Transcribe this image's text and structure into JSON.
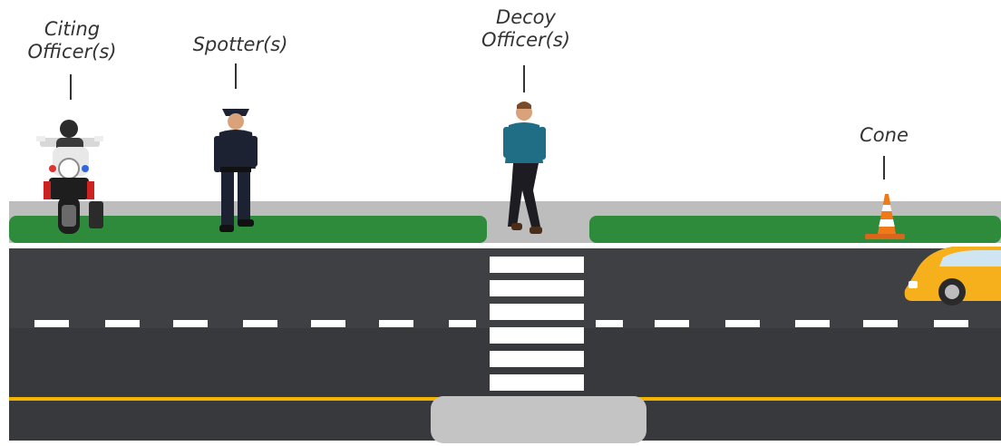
{
  "labels": {
    "citing": {
      "line1": "Citing",
      "line2": "Officer(s)"
    },
    "spotter": {
      "line1": "Spotter(s)"
    },
    "decoy": {
      "line1": "Decoy",
      "line2": "Officer(s)"
    },
    "cone": {
      "line1": "Cone"
    }
  },
  "colors": {
    "road": "#3f4043",
    "sidewalk": "#bdbdbd",
    "grass": "#2e8b3c",
    "lane_dash": "#ffffff",
    "yellow_line": "#f2b400",
    "cone": "#f07a1a",
    "taxi": "#f6b01c",
    "shirt": "#1f6e86"
  }
}
